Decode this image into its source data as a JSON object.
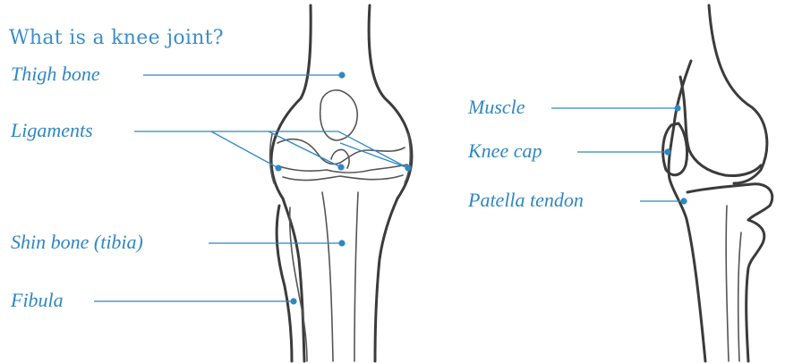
{
  "title": "What is a knee joint?",
  "front_labels": {
    "thigh_bone": "Thigh bone",
    "ligaments": "Ligaments",
    "shin_bone": "Shin bone (tibia)",
    "fibula": "Fibula"
  },
  "side_labels": {
    "muscle": "Muscle",
    "knee_cap": "Knee cap",
    "patella_tendon": "Patella tendon"
  },
  "colors": {
    "label": "#2f87c3",
    "outline": "#3b3b3b",
    "background": "#ffffff"
  }
}
